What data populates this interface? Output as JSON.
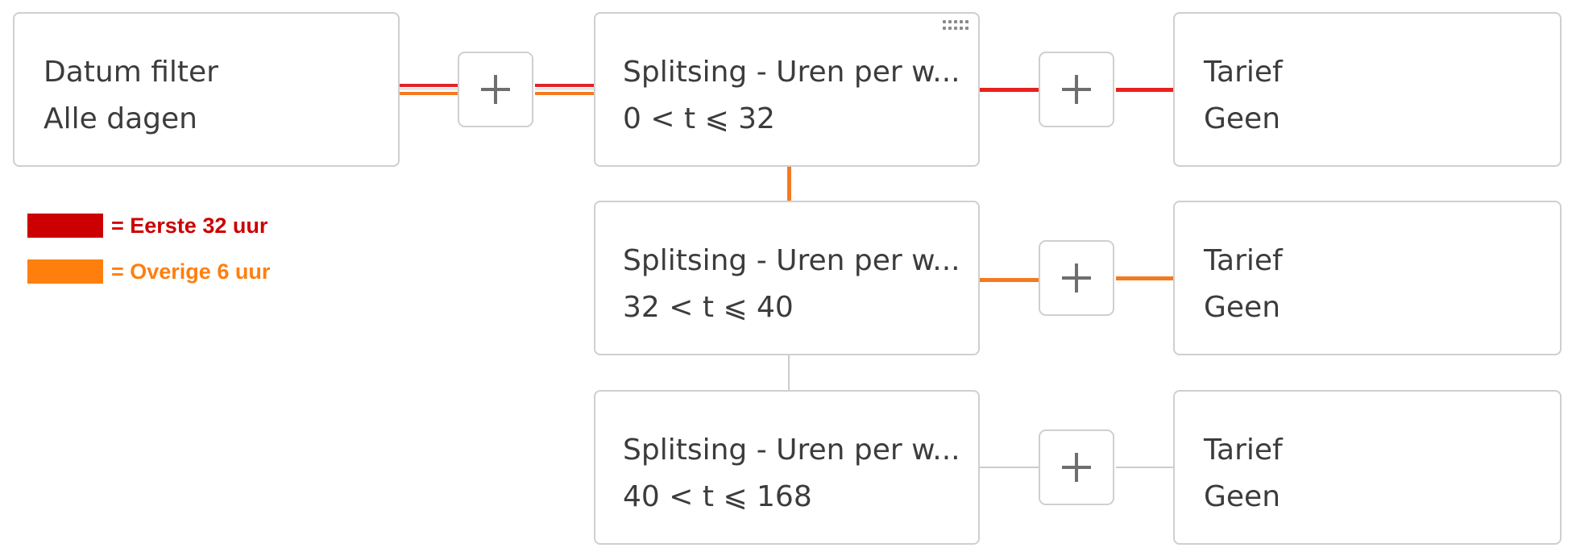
{
  "colors": {
    "first": "#cc0000",
    "rest": "#ff7f0e",
    "first_line": "#e8201e",
    "rest_line": "#f47a22",
    "neutral_line": "#cccccc",
    "border": "#cfcfcf"
  },
  "filter_node": {
    "title": "Datum filter",
    "value": "Alle dagen"
  },
  "split_nodes": [
    {
      "title": "Splitsing - Uren per w...",
      "range": "0 < t ⩽ 32"
    },
    {
      "title": "Splitsing - Uren per w...",
      "range": "32 < t ⩽ 40"
    },
    {
      "title": "Splitsing - Uren per w...",
      "range": "40 < t ⩽ 168"
    }
  ],
  "tariff_nodes": [
    {
      "title": "Tarief",
      "value": "Geen"
    },
    {
      "title": "Tarief",
      "value": "Geen"
    },
    {
      "title": "Tarief",
      "value": "Geen"
    }
  ],
  "add_buttons": [
    {
      "icon": "plus-icon"
    },
    {
      "icon": "plus-icon"
    },
    {
      "icon": "plus-icon"
    },
    {
      "icon": "plus-icon"
    }
  ],
  "drag_handle_icon": "drag-handle-icon",
  "legend": [
    {
      "label": "= Eerste 32 uur",
      "color": "#cc0000"
    },
    {
      "label": "= Overige 6 uur",
      "color": "#ff7f0e"
    }
  ]
}
